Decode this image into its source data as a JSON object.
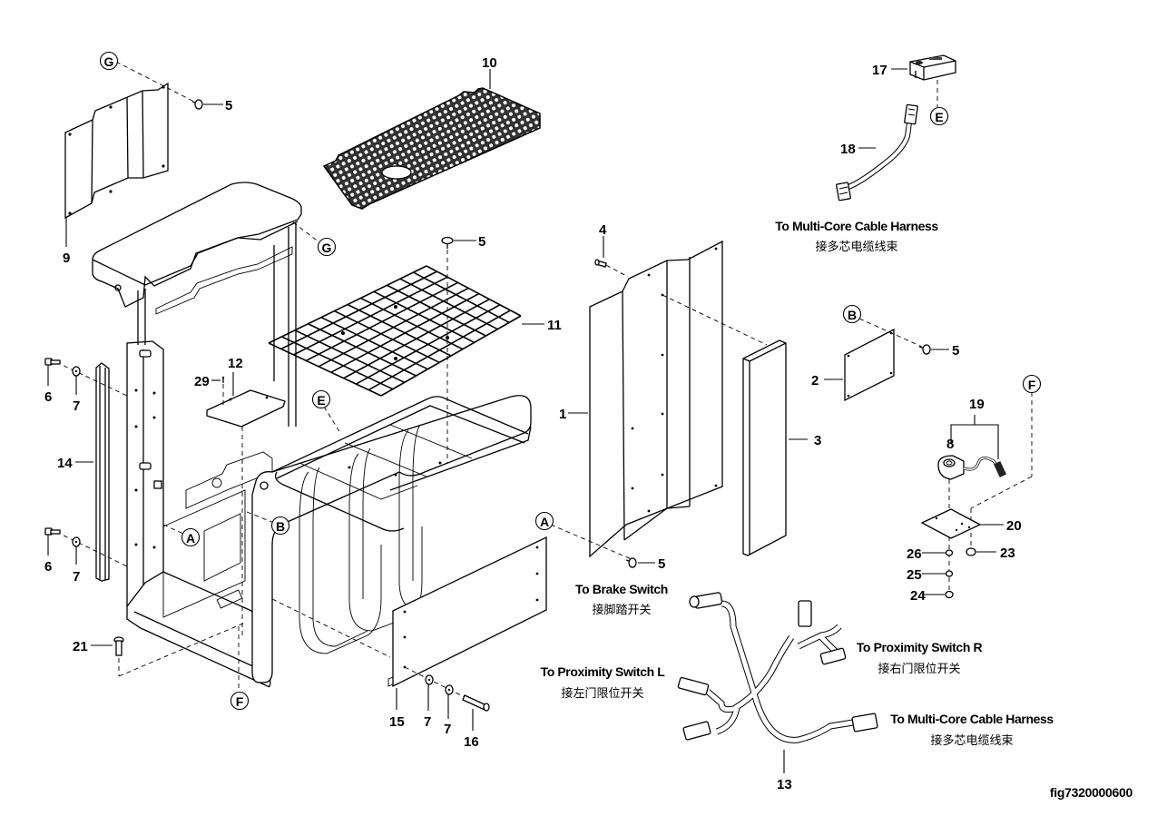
{
  "figure": {
    "id": "fig7320000600",
    "type": "exploded-parts-diagram"
  },
  "part_labels": {
    "p1": "1",
    "p2": "2",
    "p3": "3",
    "p4": "4",
    "p5a": "5",
    "p5b": "5",
    "p5c": "5",
    "p5d": "5",
    "p6a": "6",
    "p6b": "6",
    "p7a": "7",
    "p7b": "7",
    "p7c": "7",
    "p7d": "7",
    "p8": "8",
    "p9": "9",
    "p10": "10",
    "p11": "11",
    "p12": "12",
    "p13": "13",
    "p14": "14",
    "p15": "15",
    "p16": "16",
    "p17": "17",
    "p18": "18",
    "p19": "19",
    "p20": "20",
    "p21": "21",
    "p23": "23",
    "p24": "24",
    "p25": "25",
    "p26": "26",
    "p29": "29"
  },
  "reference_callouts": {
    "G1": "G",
    "G2": "G",
    "E1": "E",
    "E2": "E",
    "B1": "B",
    "B2": "B",
    "A1": "A",
    "A2": "A",
    "F1": "F",
    "F2": "F"
  },
  "connection_notes": {
    "multi_core_top": {
      "en": "To Multi-Core Cable Harness",
      "zh": "接多芯电缆线束"
    },
    "brake_switch": {
      "en": "To Brake Switch",
      "zh": "接脚踏开关"
    },
    "proximity_r": {
      "en": "To Proximity Switch R",
      "zh": "接右门限位开关"
    },
    "proximity_l": {
      "en": "To Proximity Switch L",
      "zh": "接左门限位开关"
    },
    "multi_core_bottom": {
      "en": "To Multi-Core Cable Harness",
      "zh": "接多芯电缆线束"
    }
  }
}
